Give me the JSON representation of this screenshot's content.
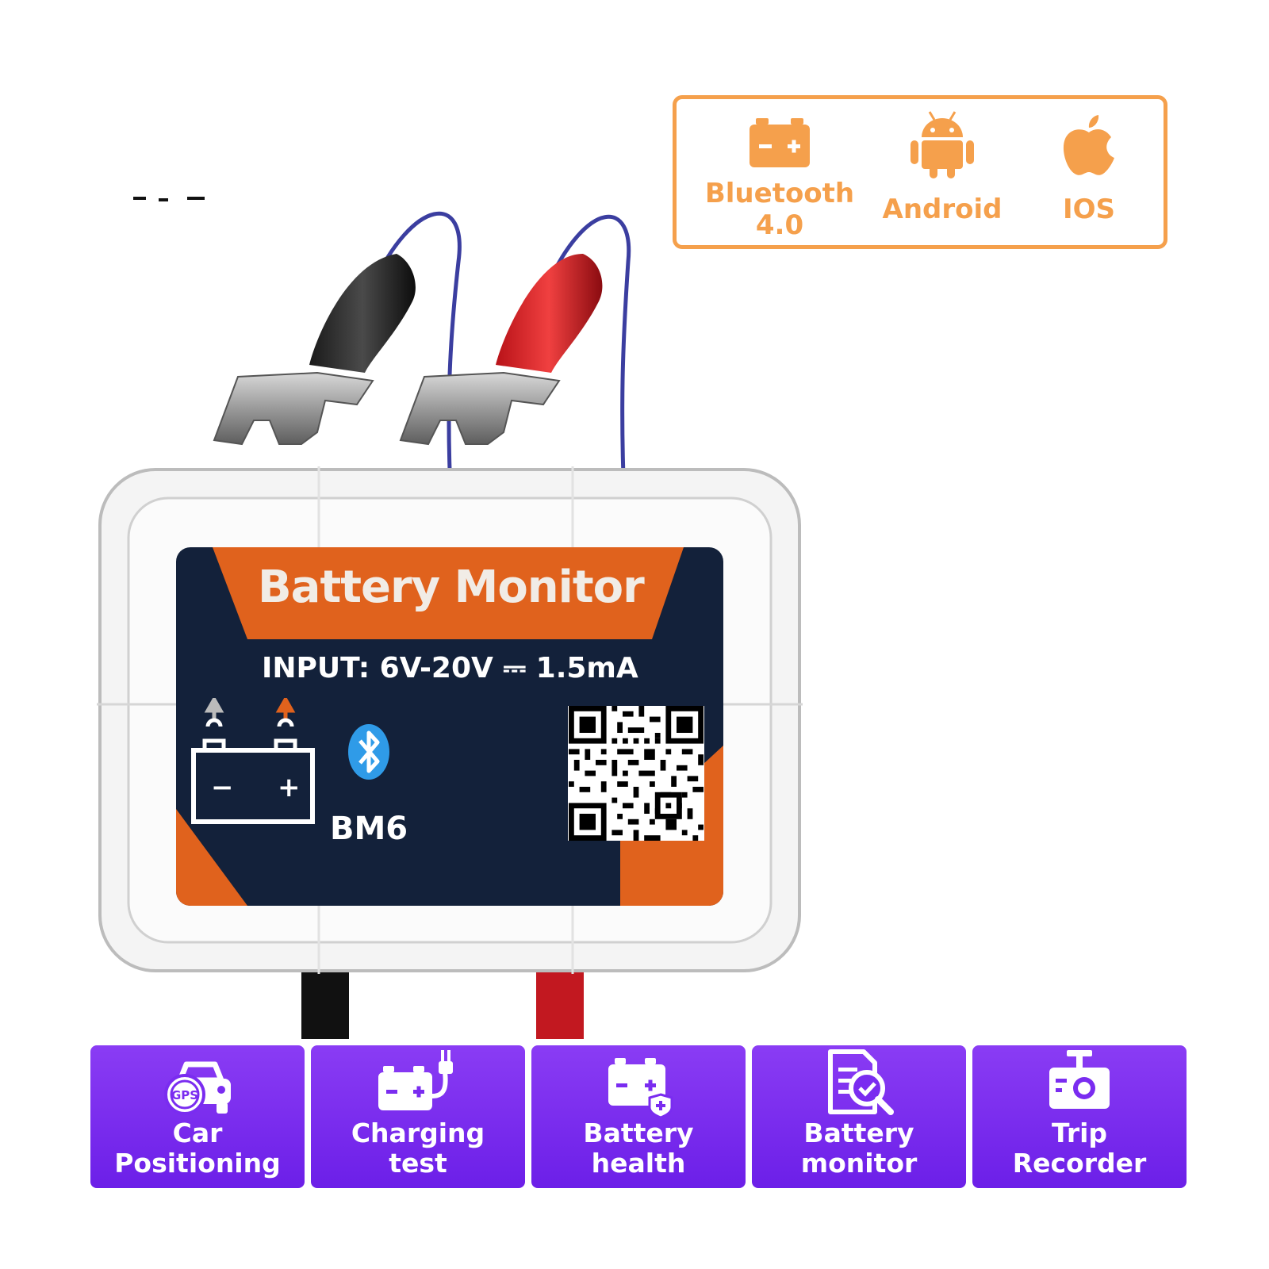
{
  "compatibility": {
    "items": [
      {
        "label_line1": "Bluetooth",
        "label_line2": "4.0",
        "icon": "battery-icon"
      },
      {
        "label_line1": "Android",
        "label_line2": "",
        "icon": "android-icon"
      },
      {
        "label_line1": "IOS",
        "label_line2": "",
        "icon": "apple-icon"
      }
    ],
    "accent_color": "#f5a04c"
  },
  "device": {
    "title": "Battery Monitor",
    "input_spec": "INPUT: 6V-20V ⎓ 1.5mA",
    "model": "BM6",
    "battery_symbols": {
      "minus": "−",
      "plus": "+"
    }
  },
  "features": [
    {
      "line1": "Car",
      "line2": "Positioning",
      "icon": "car-gps-icon"
    },
    {
      "line1": "Charging",
      "line2": "test",
      "icon": "charging-plug-icon"
    },
    {
      "line1": "Battery",
      "line2": "health",
      "icon": "battery-shield-icon"
    },
    {
      "line1": "Battery",
      "line2": "monitor",
      "icon": "document-search-icon"
    },
    {
      "line1": "Trip",
      "line2": "Recorder",
      "icon": "dashcam-icon"
    }
  ],
  "colors": {
    "card_purple": "#7a2cf0",
    "panel_navy": "#13213a",
    "panel_orange": "#e0621d",
    "bluetooth_blue": "#2f9be8"
  }
}
